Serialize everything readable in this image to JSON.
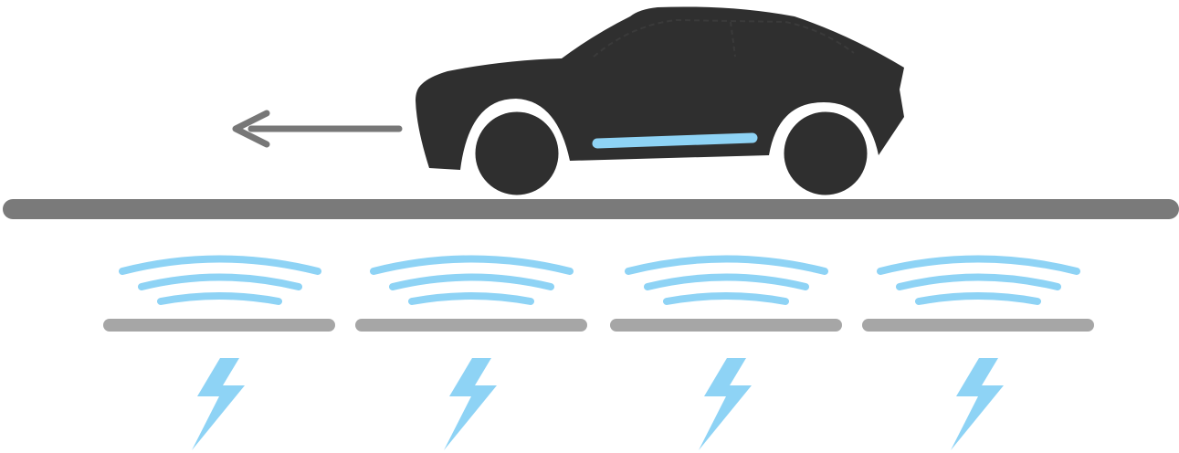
{
  "diagram": {
    "subject": "dynamic-wireless-charging",
    "elements": {
      "vehicle": {
        "icon": "suv-car-icon",
        "color": "#2f2f2f"
      },
      "receiver_coil": {
        "icon": "receiver-pad-icon",
        "color": "#8ed3f5"
      },
      "motion": {
        "icon": "arrow-left-icon",
        "direction": "left",
        "color": "#777777"
      },
      "road": {
        "icon": "road-line",
        "color": "#7a7a7a"
      },
      "charging_segments": [
        {
          "id": 1,
          "pad_icon": "charging-pad-icon",
          "field_icon": "wireless-wave-icon",
          "power_icon": "lightning-bolt-icon"
        },
        {
          "id": 2,
          "pad_icon": "charging-pad-icon",
          "field_icon": "wireless-wave-icon",
          "power_icon": "lightning-bolt-icon"
        },
        {
          "id": 3,
          "pad_icon": "charging-pad-icon",
          "field_icon": "wireless-wave-icon",
          "power_icon": "lightning-bolt-icon"
        },
        {
          "id": 4,
          "pad_icon": "charging-pad-icon",
          "field_icon": "wireless-wave-icon",
          "power_icon": "lightning-bolt-icon"
        }
      ]
    },
    "colors": {
      "wave": "#8ed3f5",
      "pad": "#a6a6a6",
      "bolt": "#8ed3f5"
    }
  }
}
